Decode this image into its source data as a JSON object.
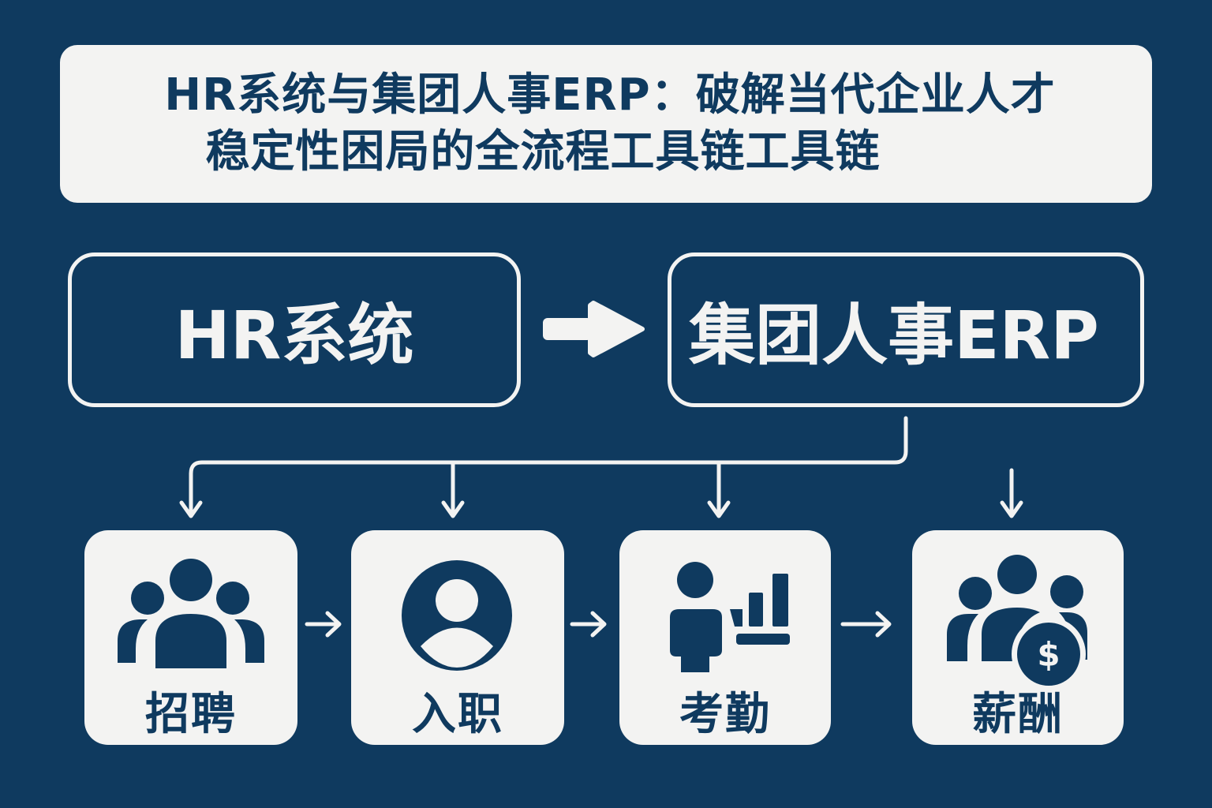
{
  "title": {
    "line1": "HR系统与集团人事ERP：破解当代企业人才",
    "line2": "稳定性困局的全流程工具链工具链"
  },
  "top_row": {
    "source": {
      "label": "HR系统"
    },
    "arrow_icon": "arrow-right-icon",
    "target": {
      "label": "集团人事ERP"
    }
  },
  "steps": [
    {
      "label": "招聘",
      "icon": "group-users-icon"
    },
    {
      "label": "入职",
      "icon": "user-circle-icon"
    },
    {
      "label": "考勤",
      "icon": "user-bar-chart-icon"
    },
    {
      "label": "薪酬",
      "icon": "users-dollar-icon"
    }
  ],
  "colors": {
    "background": "#0f3a5f",
    "panel": "#f3f3f2",
    "text_dark": "#0f3a5f"
  }
}
